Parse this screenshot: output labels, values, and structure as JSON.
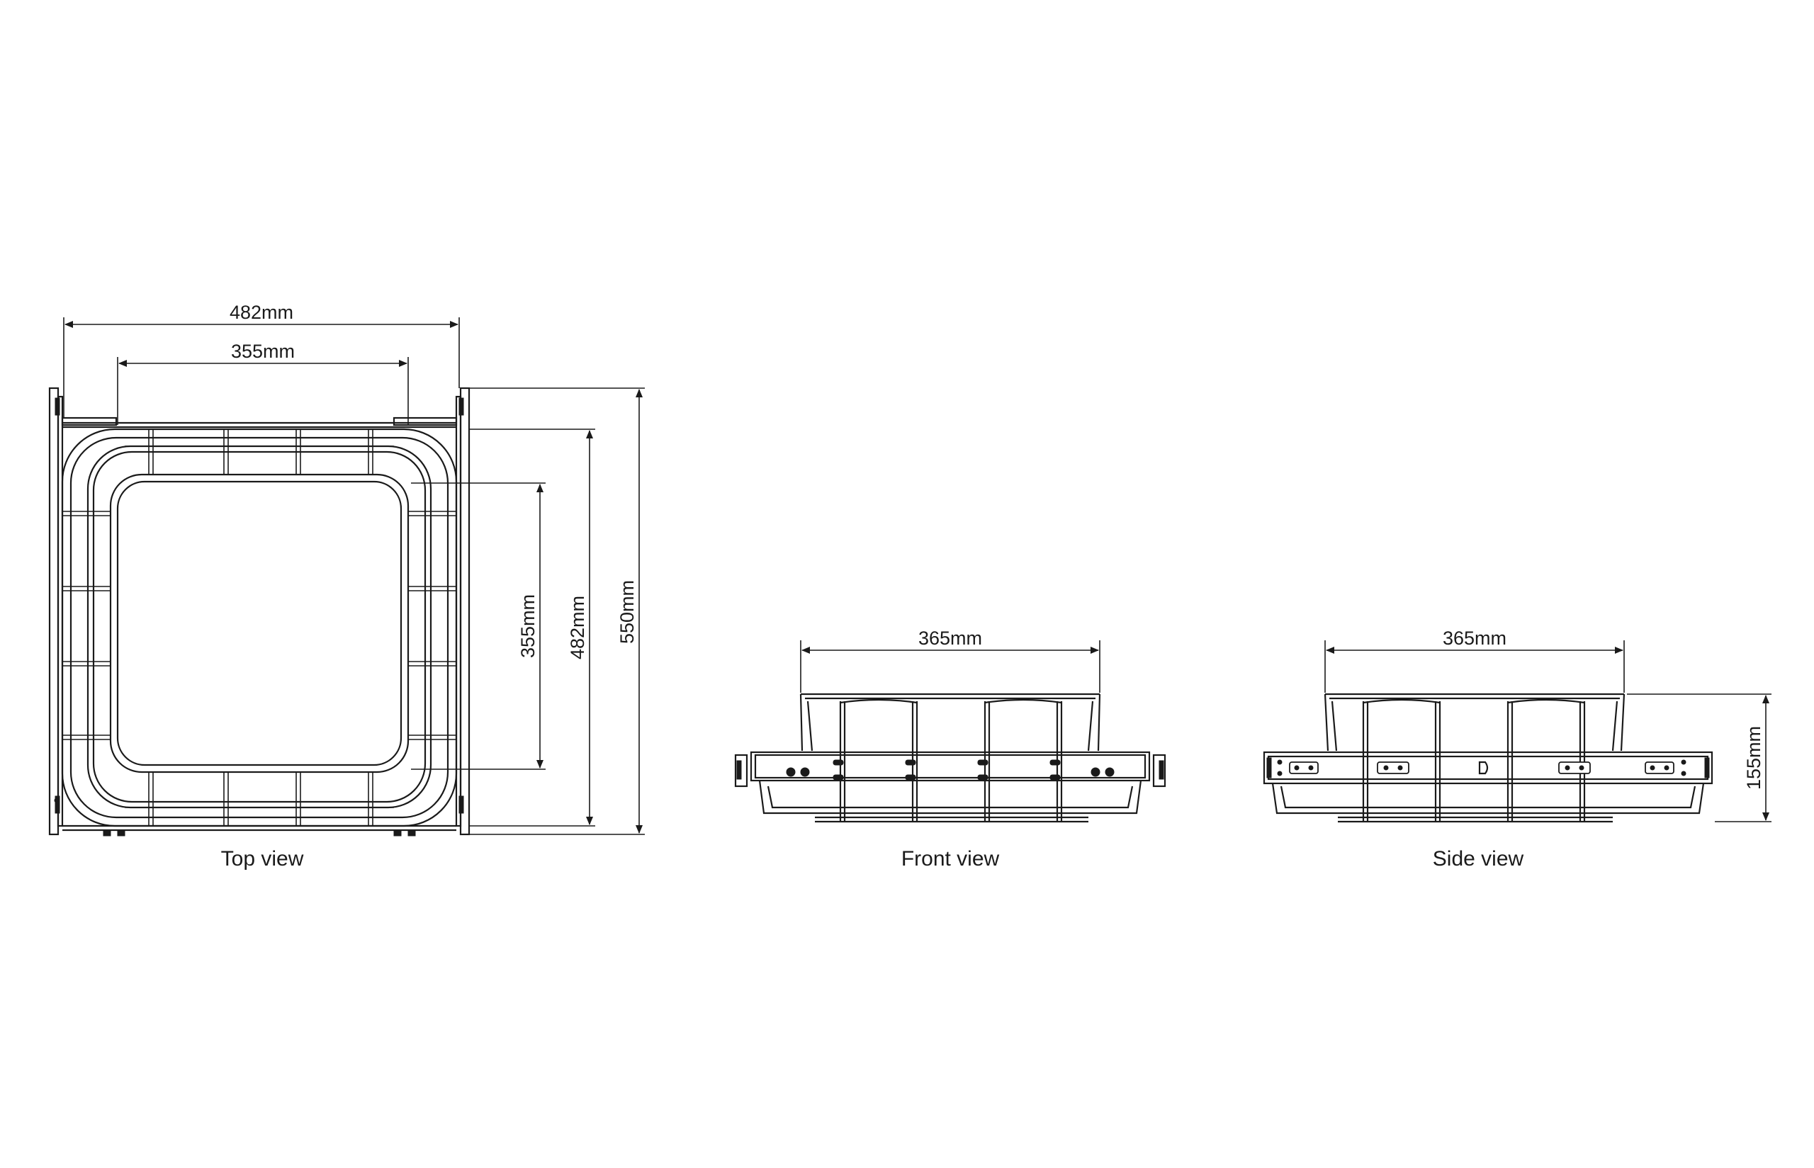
{
  "colors": {
    "ink": "#1a1a1a",
    "background": "#ffffff"
  },
  "views": {
    "top": {
      "label": "Top view",
      "dim_outer_width": "482mm",
      "dim_inner_width": "355mm",
      "dim_inner_depth": "355mm",
      "dim_outer_depth": "482mm",
      "dim_total_depth": "550mm"
    },
    "front": {
      "label": "Front view",
      "dim_width": "365mm"
    },
    "side": {
      "label": "Side view",
      "dim_width": "365mm",
      "dim_height": "155mm"
    }
  }
}
